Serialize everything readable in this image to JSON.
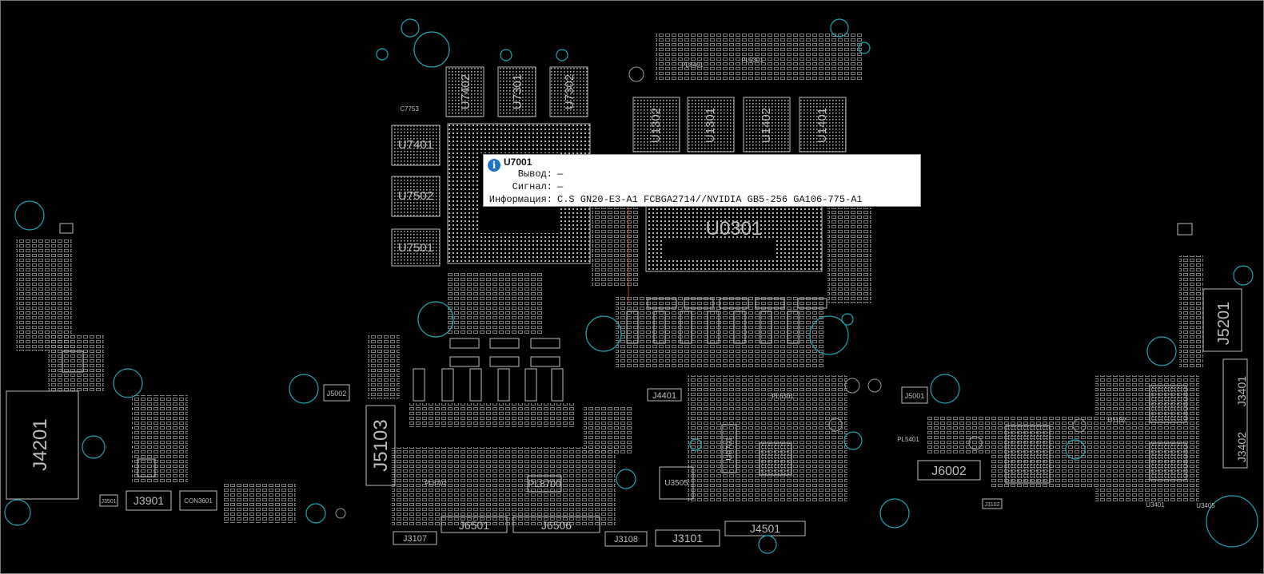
{
  "board": {
    "components": [
      "U7402",
      "U7301",
      "U7302",
      "U1302",
      "U1301",
      "U1402",
      "U1401",
      "U7401",
      "U7502",
      "U7501",
      "U0301",
      "J5201",
      "J3401",
      "J3402",
      "J4201",
      "J5103",
      "J6002",
      "J6501",
      "J6506",
      "J4501",
      "J3101",
      "J3108",
      "J3107",
      "J3901",
      "J4401",
      "J5001",
      "J5002",
      "U3505",
      "U0701",
      "U3401",
      "U3405",
      "U1102",
      "PL8700",
      "PL8702",
      "PL6301",
      "PL5301",
      "PL8401",
      "PL5401",
      "J3501",
      "J3102",
      "CON3601",
      "C7753"
    ]
  },
  "tooltip": {
    "title": "U7001",
    "rows": [
      {
        "label": "Вывод:",
        "value": "—"
      },
      {
        "label": "Сигнал:",
        "value": "—"
      },
      {
        "label": "Информация:",
        "value": "C.S GN20-E3-A1 FCBGA2714//NVIDIA GB5-256 GA106-775-A1"
      }
    ],
    "icon": "info-icon",
    "icon_color": "#1e72c7"
  },
  "colors": {
    "background": "#000000",
    "trace": "#bdbdbd",
    "via": "#1aa6b0"
  }
}
